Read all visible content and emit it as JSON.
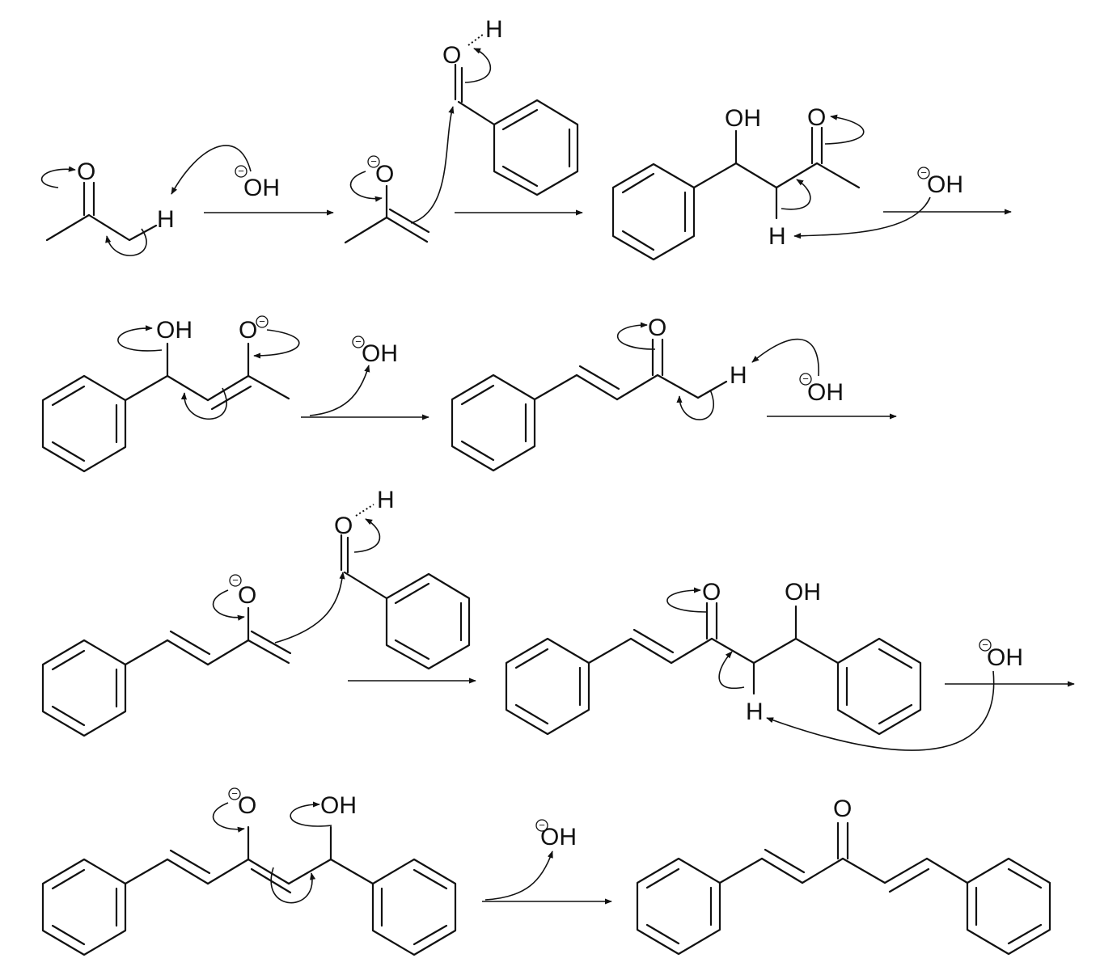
{
  "labels": {
    "O": "O",
    "H": "H",
    "OH": "OH",
    "negative_charge": "−"
  },
  "colors": {
    "ink": "#111111",
    "background": "#ffffff"
  }
}
